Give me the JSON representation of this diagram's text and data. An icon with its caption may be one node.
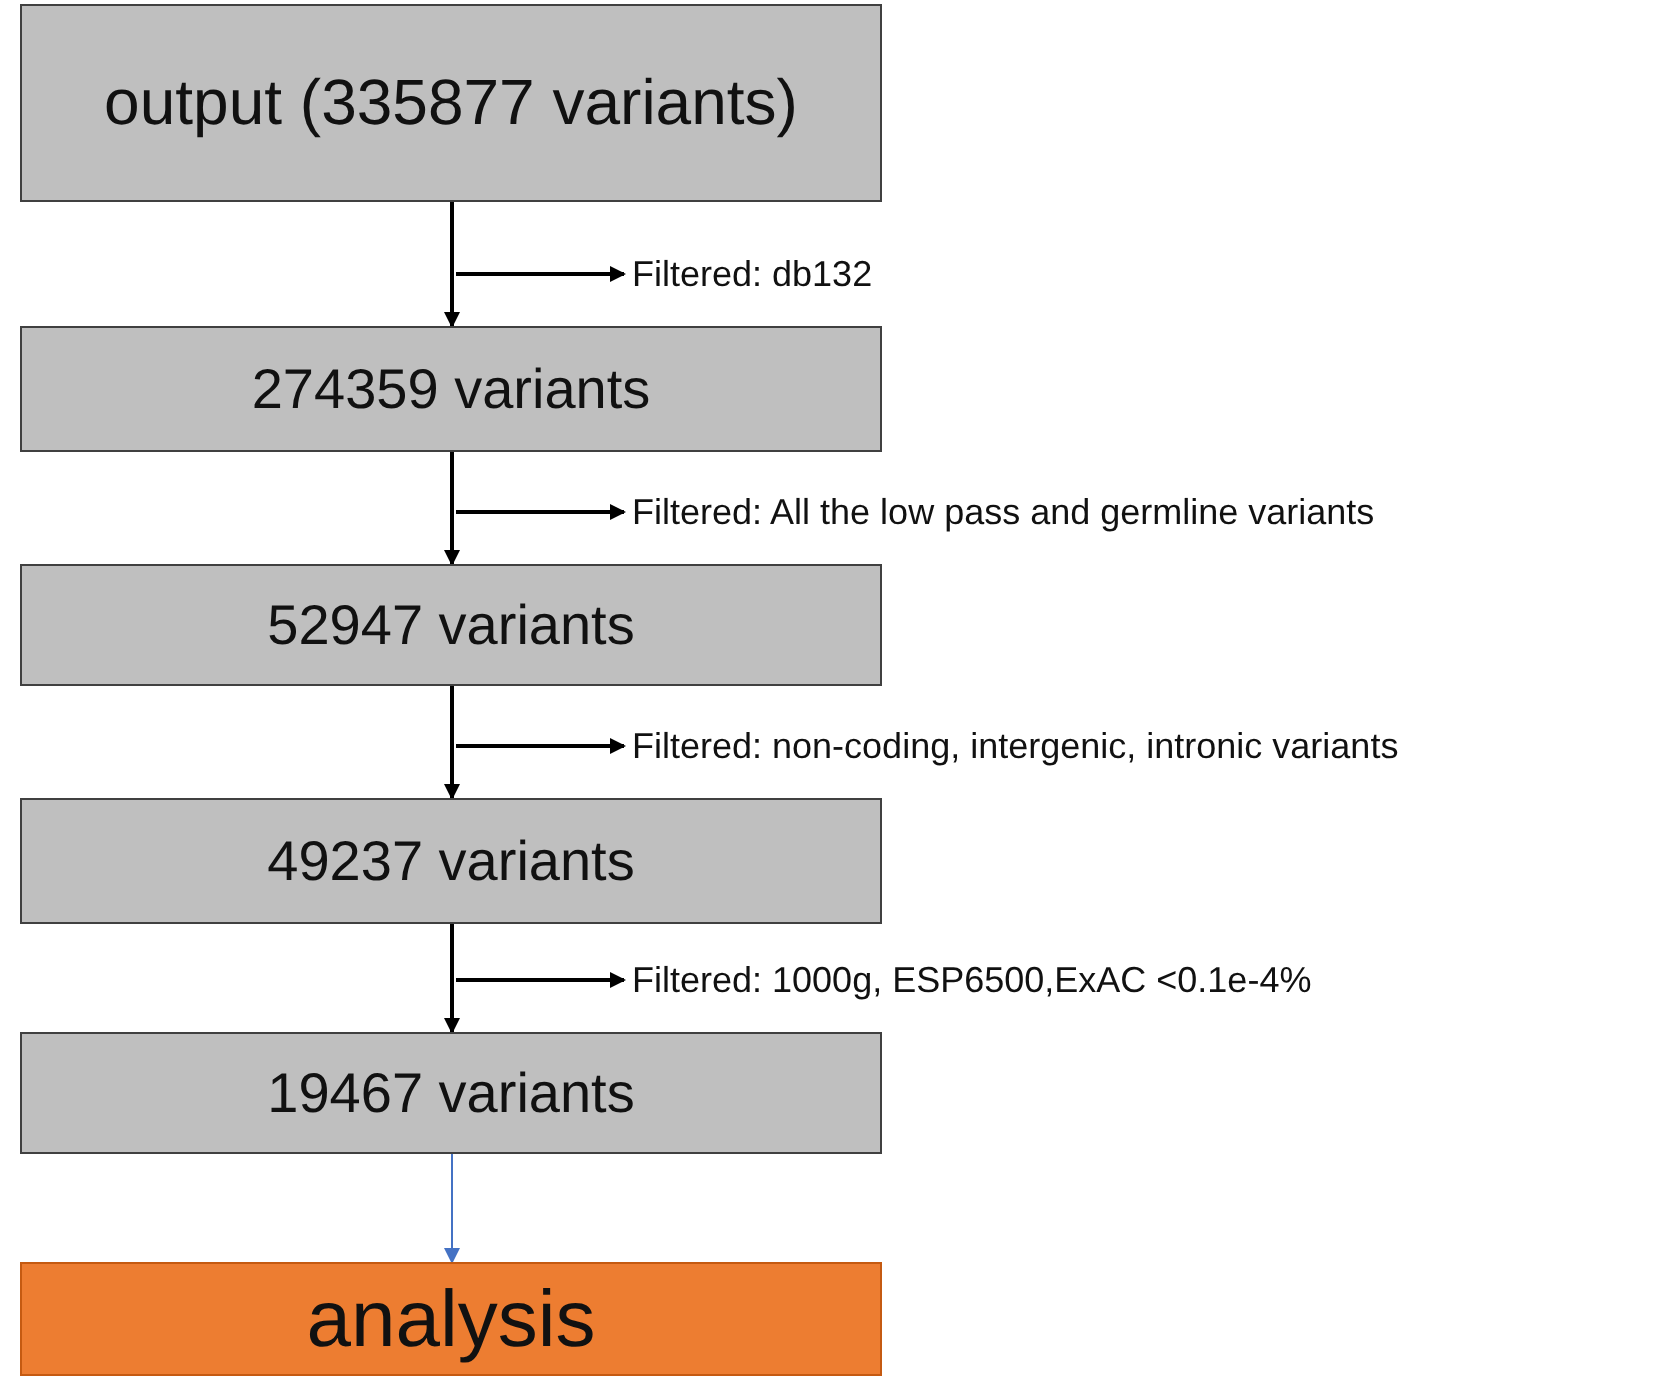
{
  "diagram": {
    "nodes": [
      {
        "text": [
          "output (335877 variants)"
        ]
      },
      {
        "text": [
          "Filtered: db132"
        ]
      },
      {
        "text": [
          "274359  variants"
        ]
      },
      {
        "text": [
          "Filtered: All the low pass and germline variants"
        ]
      },
      {
        "text": [
          "52947 variants"
        ]
      },
      {
        "text": [
          "Filtered: non-coding, intergenic, intronic variants"
        ]
      },
      {
        "text": [
          "49237 variants"
        ]
      },
      {
        "text": [
          "Filtered: 1000g, ESP6500,ExAC <0.1e-4%"
        ]
      },
      {
        "text": [
          "19467 variants"
        ]
      },
      {
        "text": [
          "analysis"
        ]
      }
    ],
    "edges": [
      {
        "from": 0,
        "to": 2,
        "arrow": "to"
      },
      {
        "from": null,
        "to": 1,
        "arrow": "to"
      },
      {
        "from": 2,
        "to": 4,
        "arrow": "to"
      },
      {
        "from": null,
        "to": 3,
        "arrow": "to"
      },
      {
        "from": 4,
        "to": 6,
        "arrow": "to"
      },
      {
        "from": null,
        "to": 5,
        "arrow": "to"
      },
      {
        "from": 6,
        "to": 8,
        "arrow": "to"
      },
      {
        "from": null,
        "to": 7,
        "arrow": "to"
      },
      {
        "from": 8,
        "to": 9,
        "arrow": "to",
        "color": "#4472c4"
      }
    ]
  }
}
